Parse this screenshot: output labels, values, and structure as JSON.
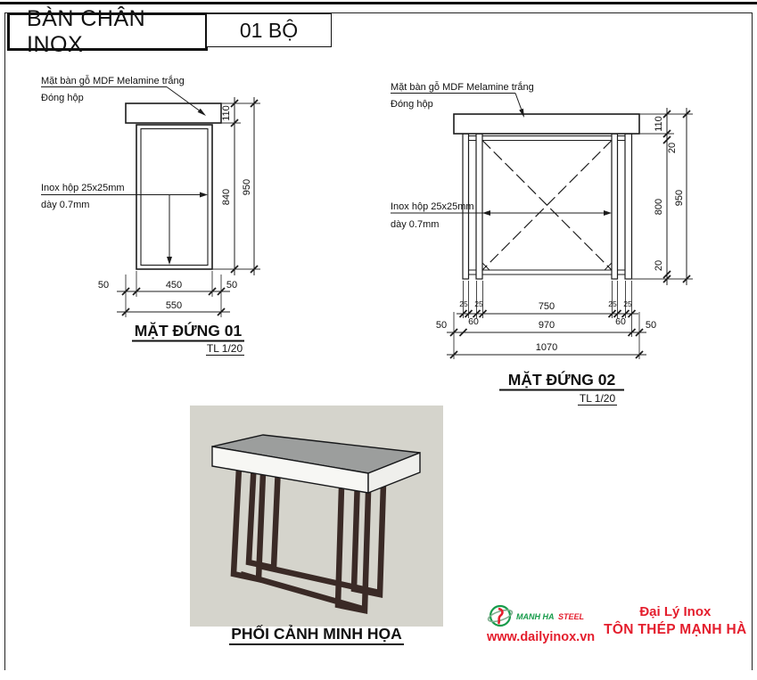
{
  "title_block": {
    "product_name": "BÀN CHÂN INOX",
    "quantity": "01 BỘ"
  },
  "elevation_01": {
    "title": "MẶT ĐỨNG 01",
    "scale": "TL 1/20",
    "callouts": {
      "top_line1": "Mặt bàn gỗ MDF Melamine trắng",
      "top_line2": "Đóng hộp",
      "leg_line1": "Inox hộp 25x25mm",
      "leg_line2": "dày 0.7mm"
    },
    "dimensions": {
      "top_thickness": "110",
      "frame_height": "840",
      "total_height": "950",
      "left_overhang": "50",
      "leg_span": "450",
      "right_overhang": "50",
      "top_width": "550"
    }
  },
  "elevation_02": {
    "title": "MẶT ĐỨNG 02",
    "scale": "TL 1/20",
    "callouts": {
      "top_line1": "Mặt bàn gỗ MDF Melamine trắng",
      "top_line2": "Đóng hộp",
      "leg_line1": "Inox hộp 25x25mm",
      "leg_line2": "dày 0.7mm"
    },
    "dimensions": {
      "top_thickness": "110",
      "top_rail": "20",
      "brace_height": "800",
      "bottom_rail": "20",
      "total_height": "950",
      "leg_left_1": "25",
      "leg_left_2": "25",
      "pair_left": "60",
      "inner_span": "750",
      "leg_right_1": "25",
      "leg_right_2": "25",
      "pair_right": "60",
      "left_overhang": "50",
      "outer_leg_span": "970",
      "right_overhang": "50",
      "top_width": "1070"
    }
  },
  "perspective": {
    "caption": "PHỐI CẢNH MINH HỌA",
    "background_color": "#d5d4cc",
    "top_color": "#9c9e9d",
    "apron_color": "#f7f7f4",
    "leg_color": "#3a2a26"
  },
  "footer": {
    "logo_text_1": "MANH HA",
    "logo_text_2": "STEEL",
    "website": "www.dailyinox.vn",
    "dealer_line1": "Đại Lý Inox",
    "dealer_line2": "TÔN THÉP MẠNH HÀ",
    "red": "#e41e2d",
    "green": "#169b4a"
  }
}
